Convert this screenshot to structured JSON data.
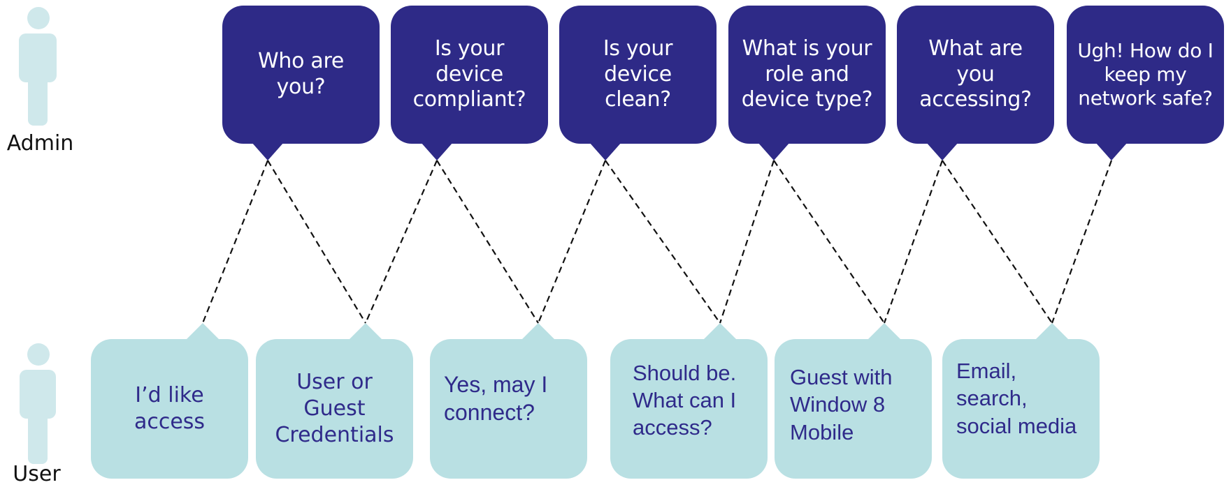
{
  "roles": {
    "admin": "Admin",
    "user": "User"
  },
  "colors": {
    "admin_bubble": "#2e2a87",
    "user_bubble": "#b9e0e3",
    "user_text": "#2f2a8a",
    "person_icon": "#cfe8eb"
  },
  "admin_questions": [
    "Who are\nyou?",
    "Is your\ndevice\ncompliant?",
    "Is your\ndevice\nclean?",
    "What is your\nrole and\ndevice type?",
    "What are\nyou\naccessing?",
    "Ugh! How do I\nkeep my\nnetwork safe?"
  ],
  "user_responses": [
    "I’d like\naccess",
    "User or\nGuest\nCredentials",
    "Yes, may I\nconnect?",
    "Should be.\nWhat can I\naccess?",
    "Guest with\nWindow 8\nMobile",
    "Email,\nsearch,\nsocial media"
  ],
  "icons": {
    "admin": "person-icon",
    "user": "person-icon"
  }
}
